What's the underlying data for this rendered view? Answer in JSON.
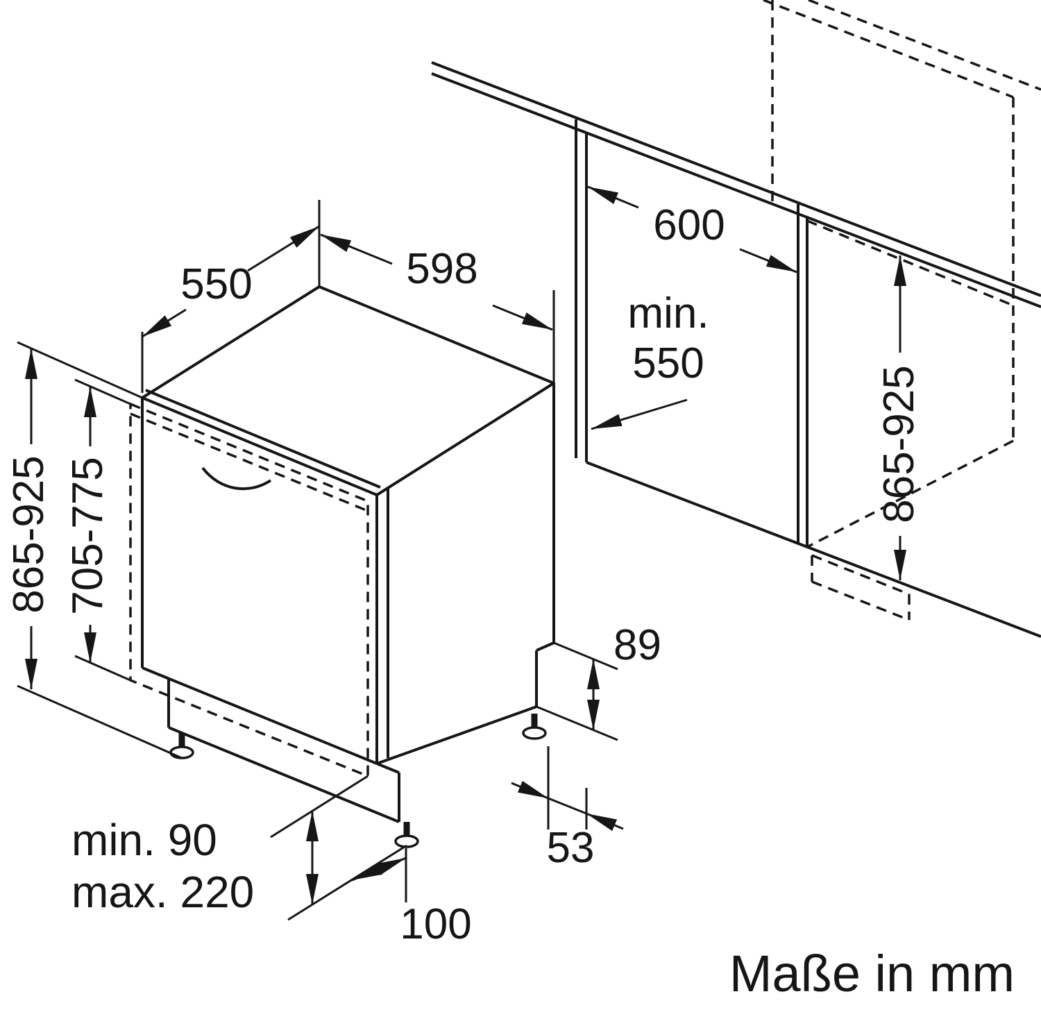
{
  "diagram": {
    "unit_note": "Maße in mm",
    "labels": {
      "top_depth": "550",
      "top_width": "598",
      "niche_width": "600",
      "niche_depth_line1": "min.",
      "niche_depth_line2": "550",
      "left_total_height": "865-925",
      "left_door_height": "705-775",
      "right_niche_height": "865-925",
      "rear_base_height": "89",
      "rear_foot_offset": "53",
      "plinth_height_min": "min. 90",
      "plinth_height_max": "max. 220",
      "plinth_recess_depth": "100"
    }
  }
}
